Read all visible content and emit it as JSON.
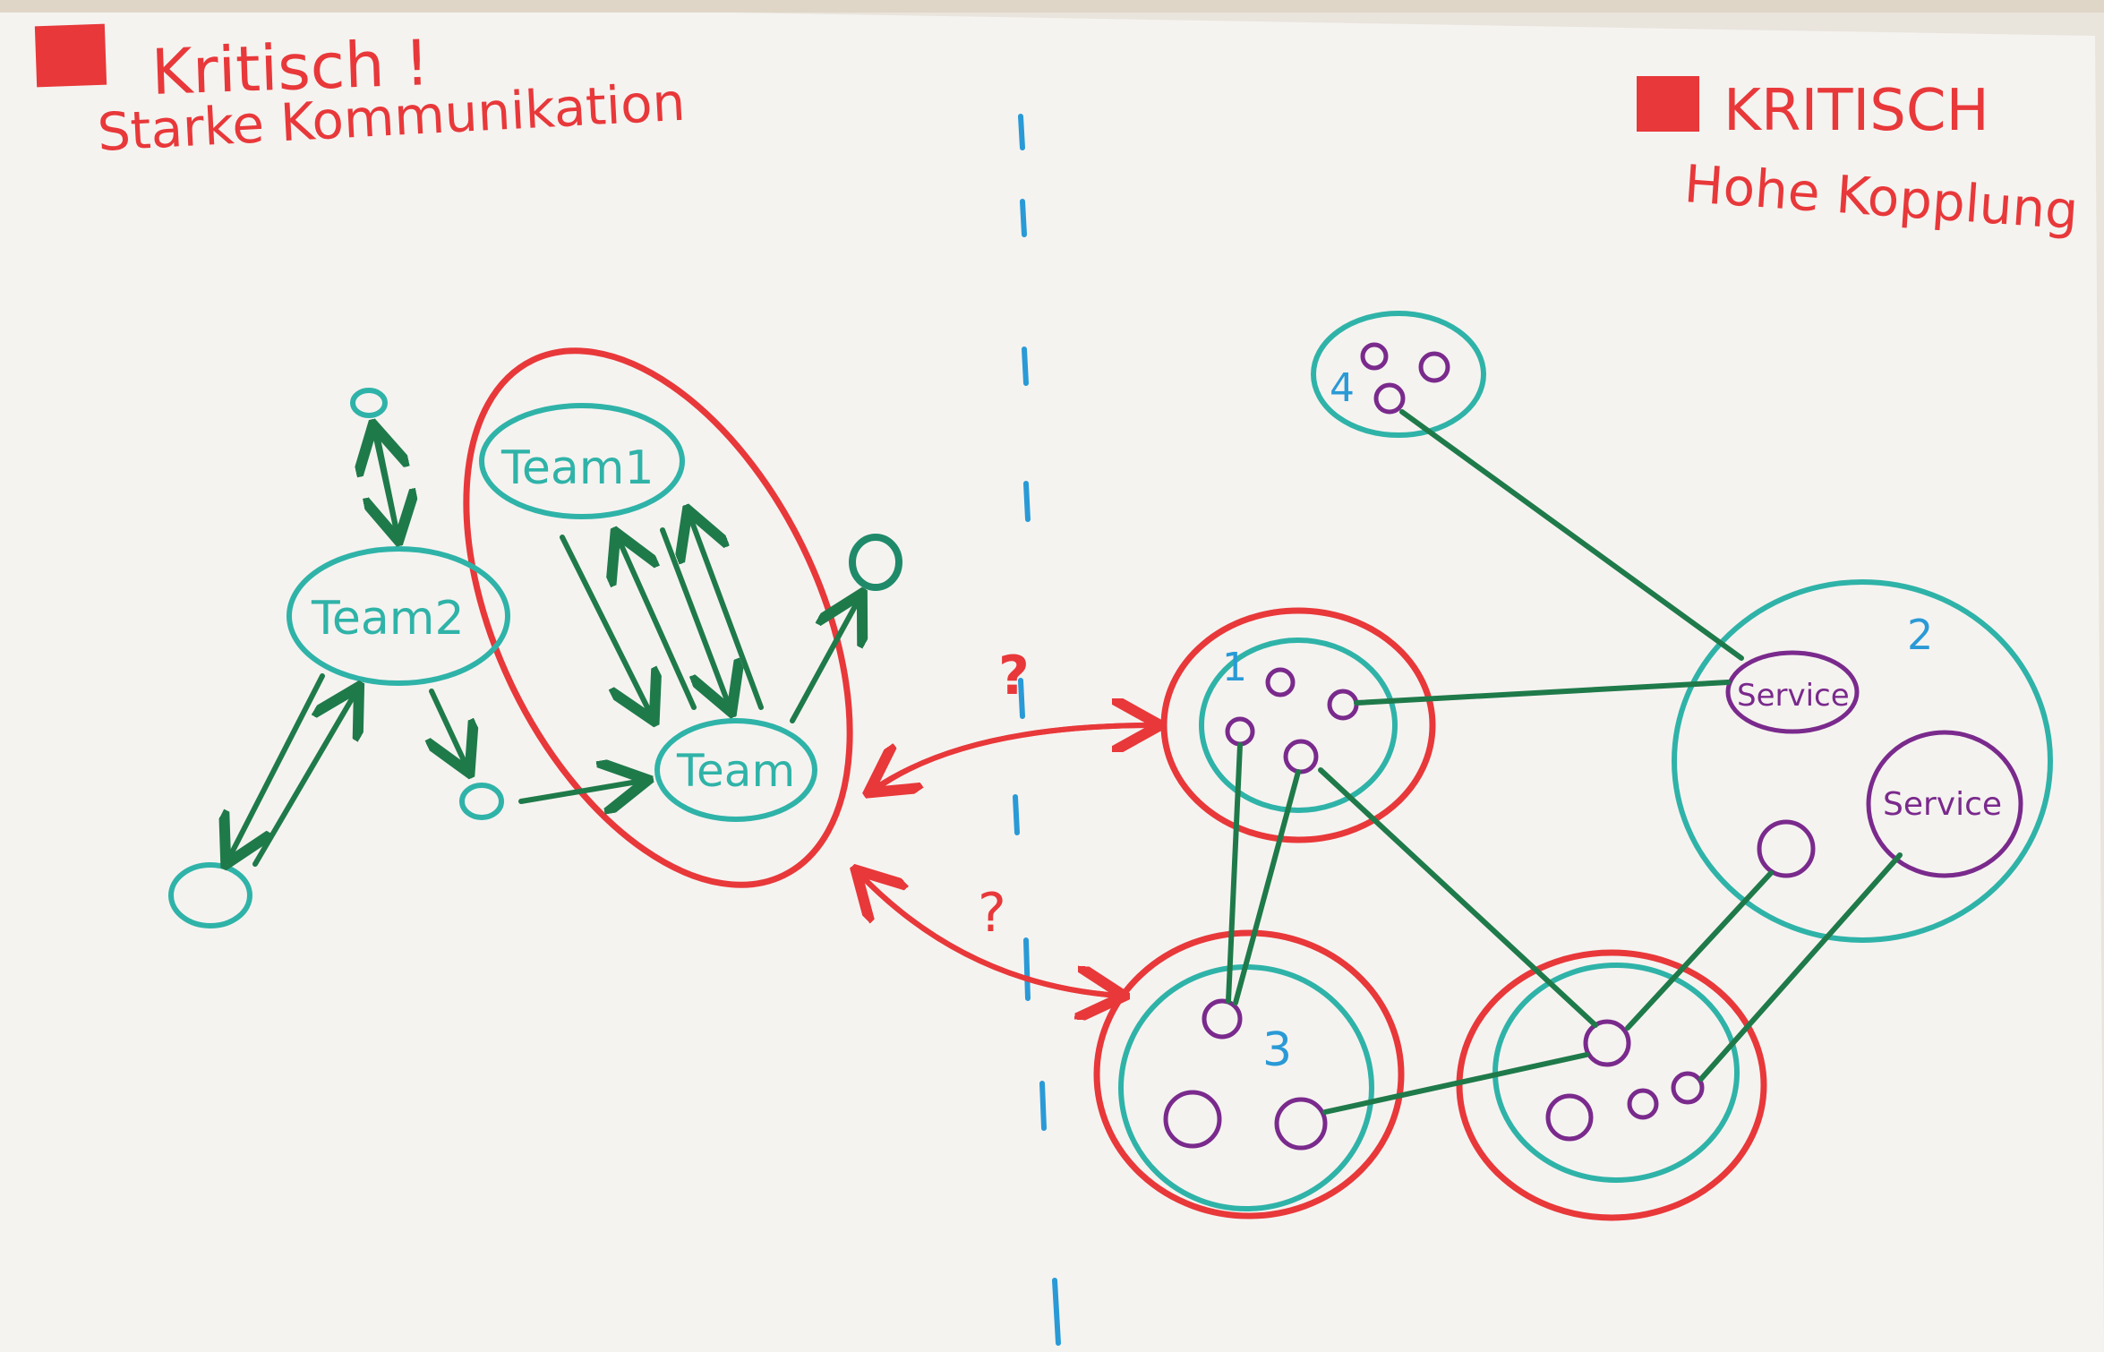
{
  "headings": {
    "left_line1": "Kritisch !",
    "left_line2": "Starke Kommunikation",
    "right_line1": "KRITISCH",
    "right_line2": "Hohe Kopplung"
  },
  "teams": {
    "team1": "Team1",
    "team2": "Team2",
    "team": "Team"
  },
  "clusters": {
    "c1": "1",
    "c2": "2",
    "c3": "3",
    "c4": "4"
  },
  "services": {
    "s1": "Service",
    "s2": "Service"
  },
  "marks": {
    "q1": "?",
    "q2": "?"
  },
  "colors": {
    "paper": "#f4f2ef",
    "red": "#e8383a",
    "teal": "#2fb3a8",
    "green": "#1f7a4a",
    "purple": "#7a2a8c",
    "blue": "#2a9ad6"
  }
}
